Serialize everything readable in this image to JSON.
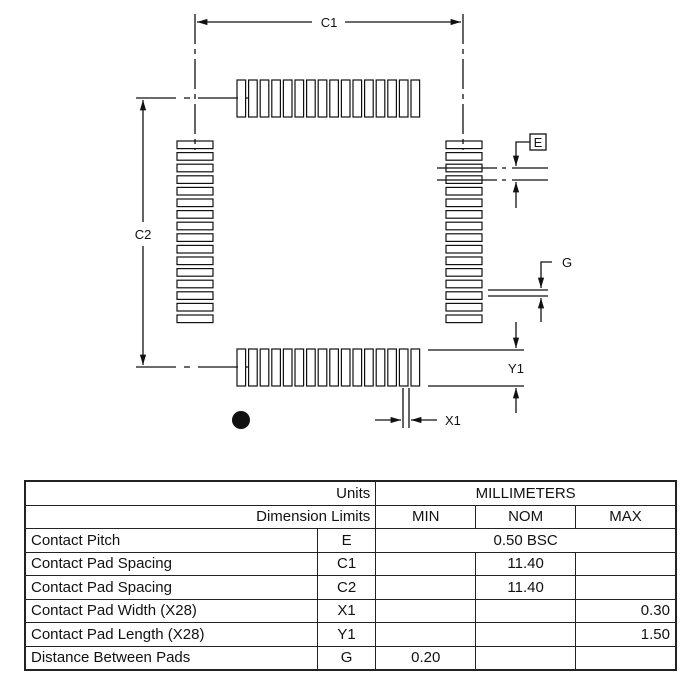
{
  "diagram": {
    "labels": {
      "c1": "C1",
      "c2": "C2",
      "e": "E",
      "g": "G",
      "x1": "X1",
      "y1": "Y1"
    },
    "pads_per_side": 16
  },
  "table": {
    "units_label": "Units",
    "units_value": "MILLIMETERS",
    "limits_label": "Dimension Limits",
    "columns": [
      "MIN",
      "NOM",
      "MAX"
    ],
    "rows": [
      {
        "name": "Contact Pitch",
        "symbol": "E",
        "span": "0.50 BSC"
      },
      {
        "name": "Contact Pad Spacing",
        "symbol": "C1",
        "min": "",
        "nom": "11.40",
        "max": ""
      },
      {
        "name": "Contact Pad Spacing",
        "symbol": "C2",
        "min": "",
        "nom": "11.40",
        "max": ""
      },
      {
        "name": "Contact Pad Width (X28)",
        "symbol": "X1",
        "min": "",
        "nom": "",
        "max": "0.30"
      },
      {
        "name": "Contact Pad Length (X28)",
        "symbol": "Y1",
        "min": "",
        "nom": "",
        "max": "1.50"
      },
      {
        "name": "Distance Between Pads",
        "symbol": "G",
        "min": "0.20",
        "nom": "",
        "max": ""
      }
    ]
  }
}
